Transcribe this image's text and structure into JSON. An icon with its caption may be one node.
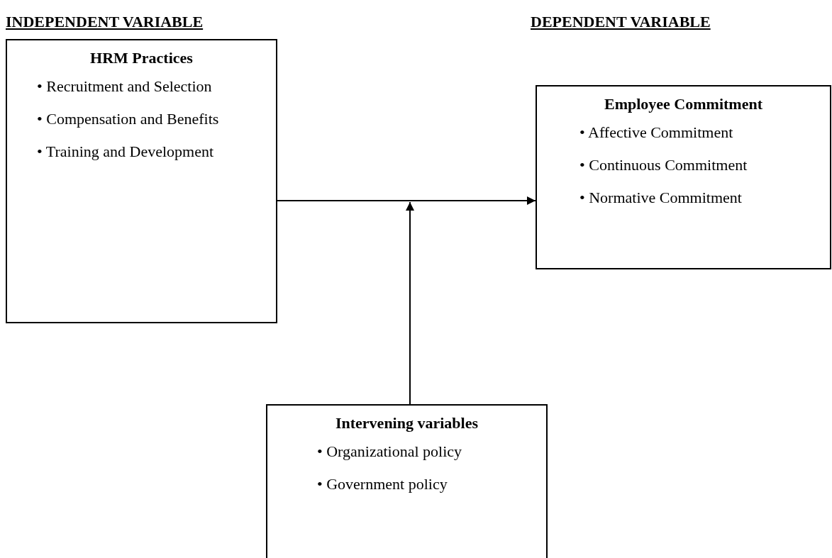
{
  "diagram": {
    "nodes": [
      {
        "text": [
          "HRM Practices",
          "• Recruitment and Selection",
          "• Compensation and Benefits",
          "• Training and Development"
        ]
      },
      {
        "text": [
          "Employee Commitment",
          "• Affective Commitment",
          "• Continuous Commitment",
          "• Normative Commitment"
        ]
      },
      {
        "text": [
          "Intervening variables",
          "• Organizational policy",
          "• Government policy"
        ]
      }
    ],
    "edges": [
      {
        "from": 0,
        "to": 1,
        "arrow": "to"
      },
      {
        "from": 2,
        "to": null,
        "arrow": "to"
      }
    ],
    "labels": [
      "INDEPENDENT VARIABLE",
      "DEPENDENT VARIABLE"
    ]
  }
}
